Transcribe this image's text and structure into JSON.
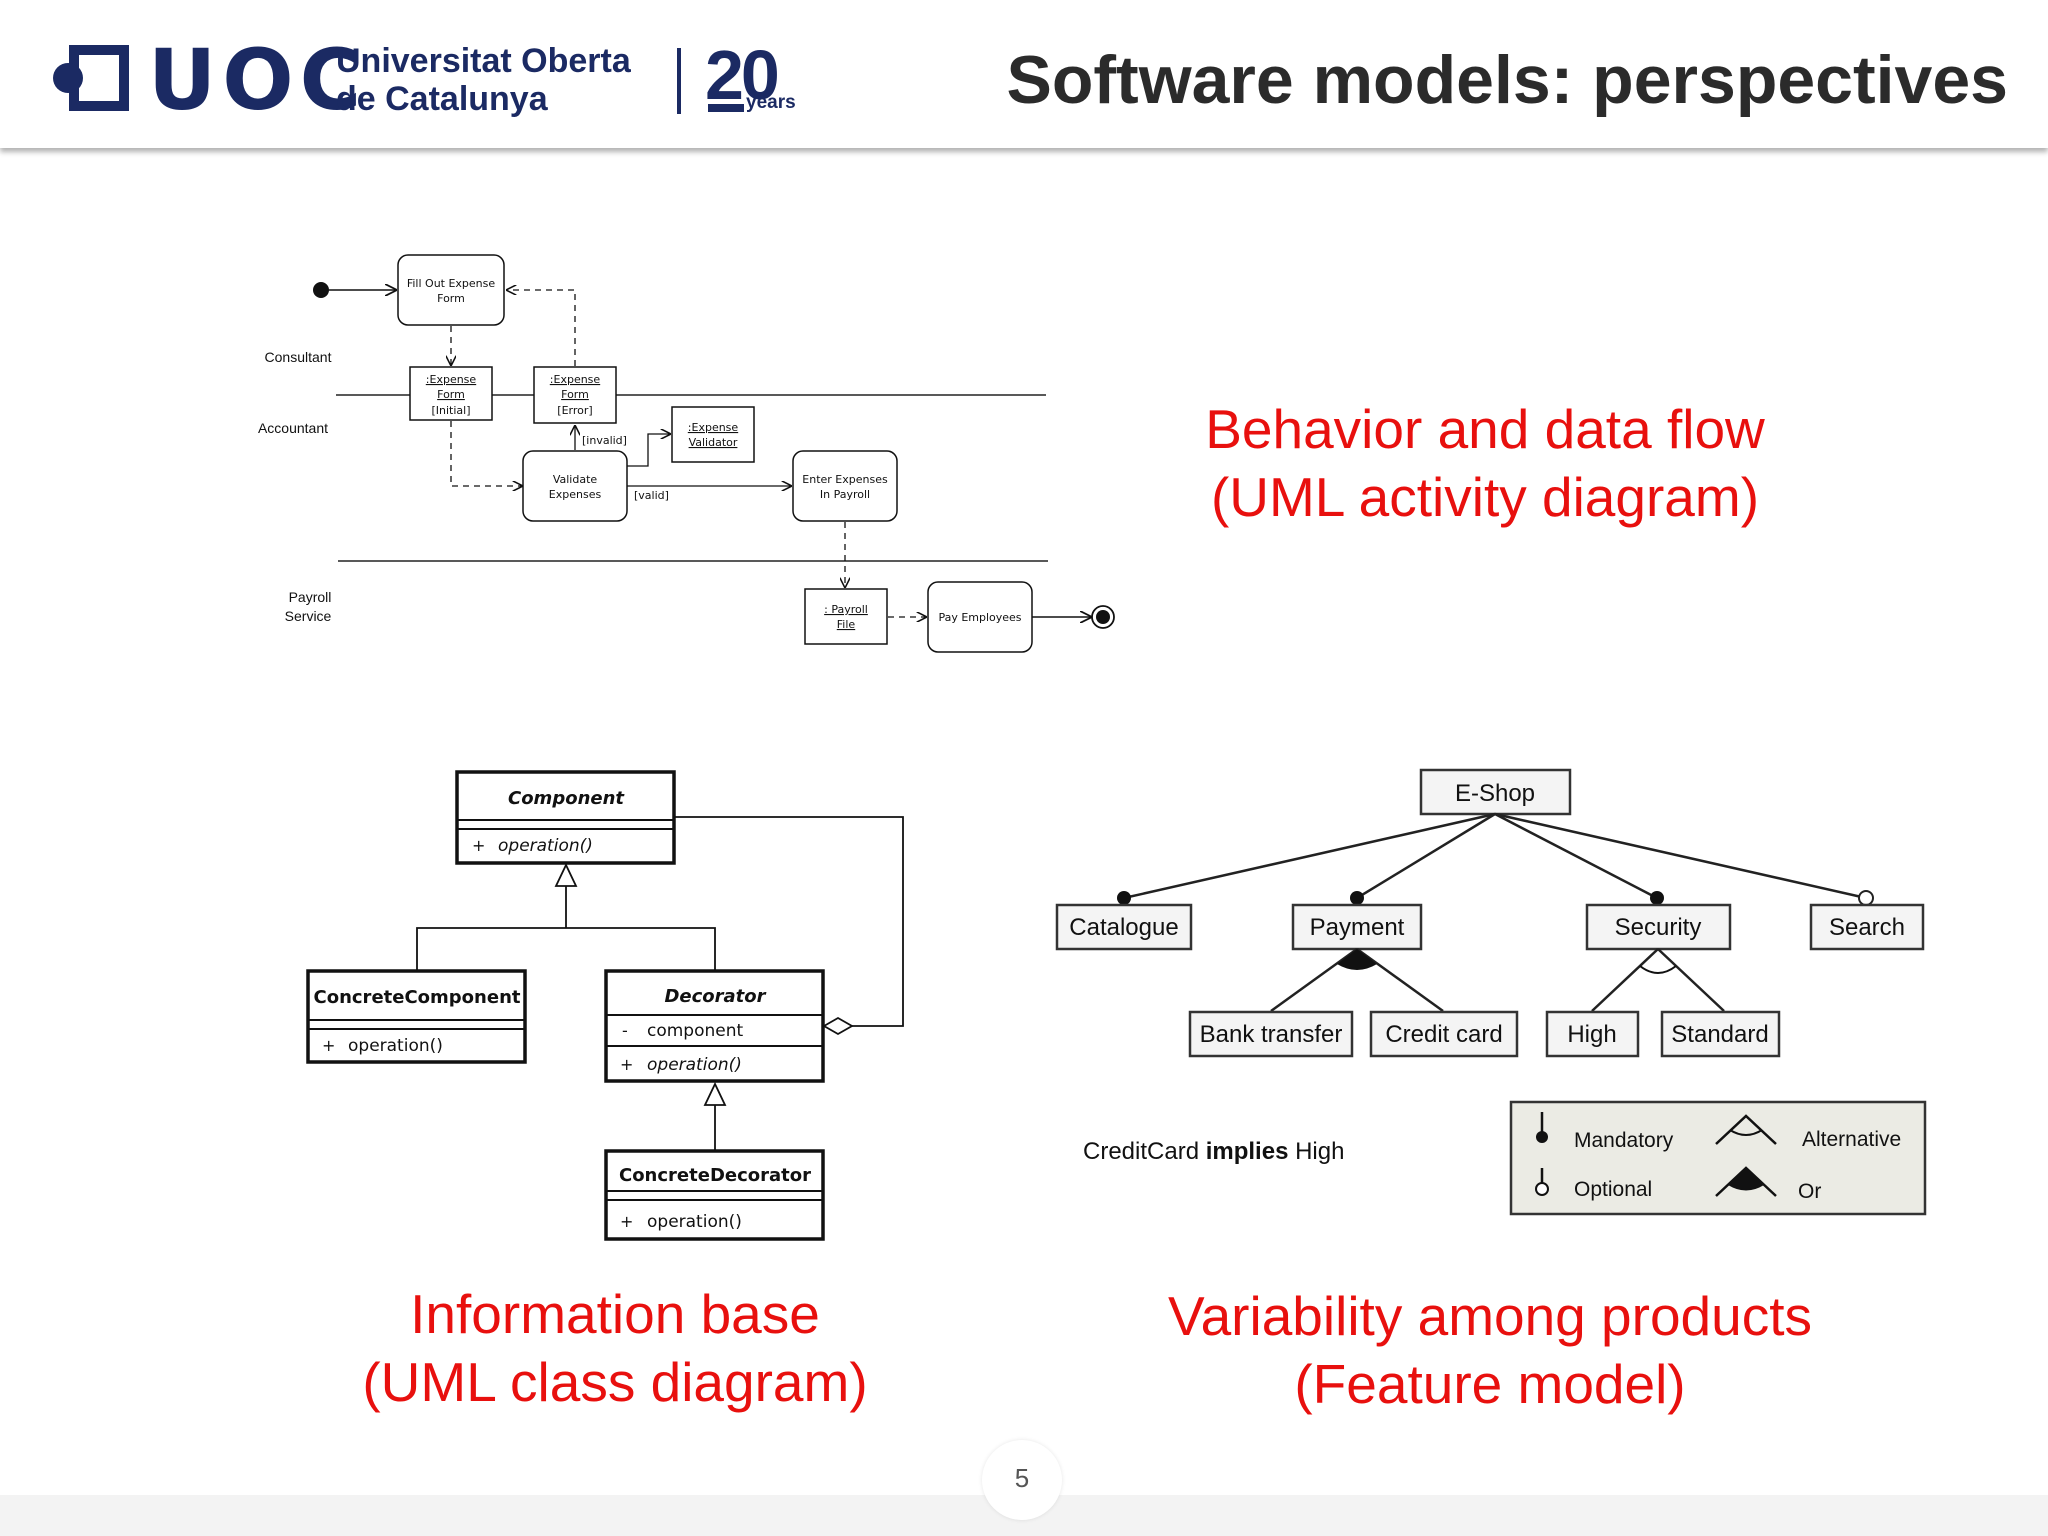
{
  "header": {
    "brand_uoc": "UOC",
    "brand_line1": "Universitat Oberta",
    "brand_line2": "de Catalunya",
    "brand_20": "20",
    "brand_years": "years",
    "title": "Software models: perspectives"
  },
  "captions": {
    "activity": [
      "Behavior and data flow",
      "(UML activity diagram)"
    ],
    "class": [
      "Information base",
      "(UML class diagram)"
    ],
    "feature": [
      "Variability among products",
      "(Feature model)"
    ]
  },
  "activity": {
    "lanes": {
      "consultant": "Consultant",
      "accountant": "Accountant",
      "payroll_1": "Payroll",
      "payroll_2": "Service"
    },
    "fill_out": [
      "Fill Out Expense",
      "Form"
    ],
    "expense_initial": [
      ":Expense",
      "Form",
      "[Initial]"
    ],
    "expense_error": [
      ":Expense",
      "Form",
      "[Error]"
    ],
    "expense_validator": [
      ":Expense",
      "Validator"
    ],
    "validate": [
      "Validate",
      "Expenses"
    ],
    "enter": [
      "Enter Expenses",
      "In Payroll"
    ],
    "payroll_file": [
      ": Payroll",
      "File"
    ],
    "pay": "Pay Employees",
    "guard_invalid": "[invalid]",
    "guard_valid": "[valid]"
  },
  "class_diagram": {
    "component": {
      "name": "Component",
      "op": "operation()"
    },
    "concrete_component": {
      "name": "ConcreteComponent",
      "op": "operation()"
    },
    "decorator": {
      "name": "Decorator",
      "attr": "component",
      "op": "operation()"
    },
    "concrete_decorator": {
      "name": "ConcreteDecorator",
      "op": "operation()"
    },
    "plus": "+",
    "minus": "-"
  },
  "feature_model": {
    "root": "E-Shop",
    "children": [
      "Catalogue",
      "Payment",
      "Security",
      "Search"
    ],
    "payment_children": [
      "Bank transfer",
      "Credit card"
    ],
    "security_children": [
      "High",
      "Standard"
    ],
    "constraint": {
      "a": "CreditCard",
      "op": "implies",
      "b": "High"
    },
    "legend": {
      "mandatory": "Mandatory",
      "optional": "Optional",
      "alternative": "Alternative",
      "or": "Or"
    }
  },
  "page": {
    "number": "5"
  }
}
